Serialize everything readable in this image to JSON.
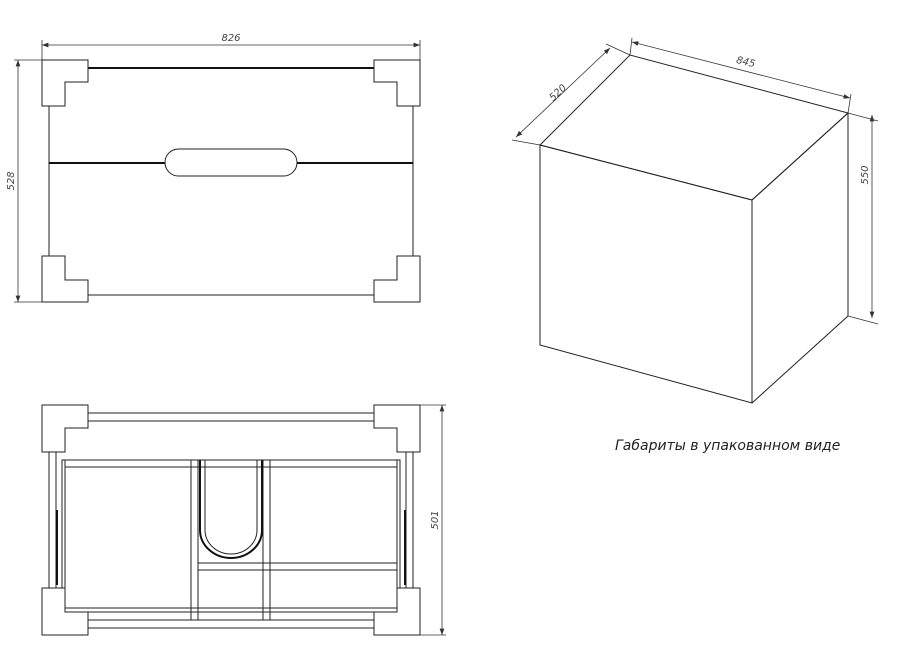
{
  "top_view": {
    "width_dim": "826",
    "depth_dim": "528"
  },
  "bottom_view": {
    "height_dim": "501"
  },
  "iso_view": {
    "depth_dim": "520",
    "width_dim": "845",
    "height_dim": "550",
    "caption": "Габариты в упакованном виде"
  }
}
